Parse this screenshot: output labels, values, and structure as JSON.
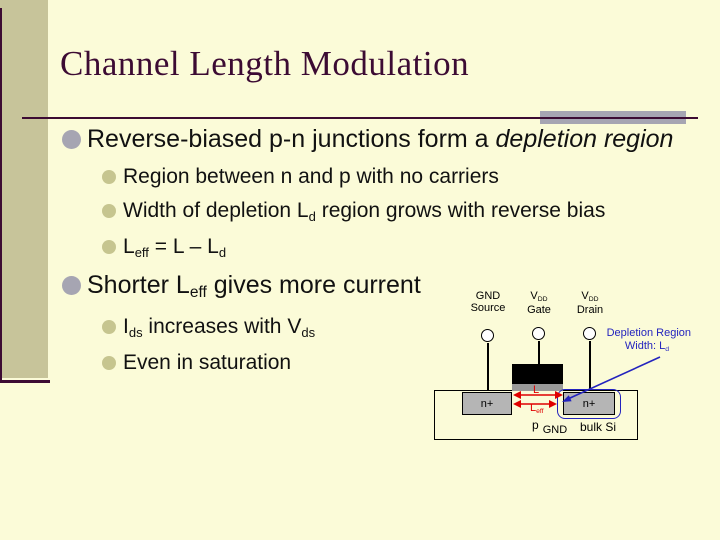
{
  "slide": {
    "title": "Channel Length Modulation",
    "colors": {
      "background": "#FBFBD8",
      "sidebar_tan": "#C7C49A",
      "accent_maroon": "#3C0B33",
      "accent_gray": "#A6A5B2",
      "bullet_l1_gray": "#A6A5B2",
      "bullet_l2_olive": "#C6C58F",
      "diagram_red": "#E00000",
      "diagram_blue": "#2323BE",
      "nplus_gray": "#B5B5B5"
    }
  },
  "bullets": [
    {
      "level": 1,
      "segments": [
        {
          "t": "Reverse-biased p-n junctions form a "
        },
        {
          "t": "depletion region",
          "style": "italic"
        }
      ]
    },
    {
      "level": 2,
      "segments": [
        {
          "t": "Region between n and p with no carriers"
        }
      ]
    },
    {
      "level": 2,
      "segments": [
        {
          "t": "Width of depletion L"
        },
        {
          "t": "d",
          "style": "sub"
        },
        {
          "t": " region grows with reverse bias"
        }
      ]
    },
    {
      "level": 2,
      "segments": [
        {
          "t": "L"
        },
        {
          "t": "eff",
          "style": "sub"
        },
        {
          "t": " = L – L"
        },
        {
          "t": "d",
          "style": "sub"
        }
      ]
    },
    {
      "level": 1,
      "segments": [
        {
          "t": "Shorter L"
        },
        {
          "t": "eff",
          "style": "sub"
        },
        {
          "t": " gives more current"
        }
      ]
    },
    {
      "level": 2,
      "segments": [
        {
          "t": "I"
        },
        {
          "t": "ds",
          "style": "sub"
        },
        {
          "t": " increases with V"
        },
        {
          "t": "ds",
          "style": "sub"
        }
      ]
    },
    {
      "level": 2,
      "segments": [
        {
          "t": "Even in saturation"
        }
      ]
    }
  ],
  "diagram": {
    "terminals": [
      {
        "supply": "GND",
        "name": "Source"
      },
      {
        "supply": "V",
        "supply_sub": "DD",
        "name": "Gate"
      },
      {
        "supply": "V",
        "supply_sub": "DD",
        "name": "Drain"
      }
    ],
    "depletion_note": {
      "line1": "Depletion Region",
      "line2": "Width: L",
      "line2_sub": "d"
    },
    "source_region": "n+",
    "drain_region": "n+",
    "length_label": "L",
    "eff_length_label": "L",
    "eff_length_sub": "eff",
    "substrate_p": "p",
    "substrate_gnd": "GND",
    "bulk_label": "bulk Si"
  }
}
